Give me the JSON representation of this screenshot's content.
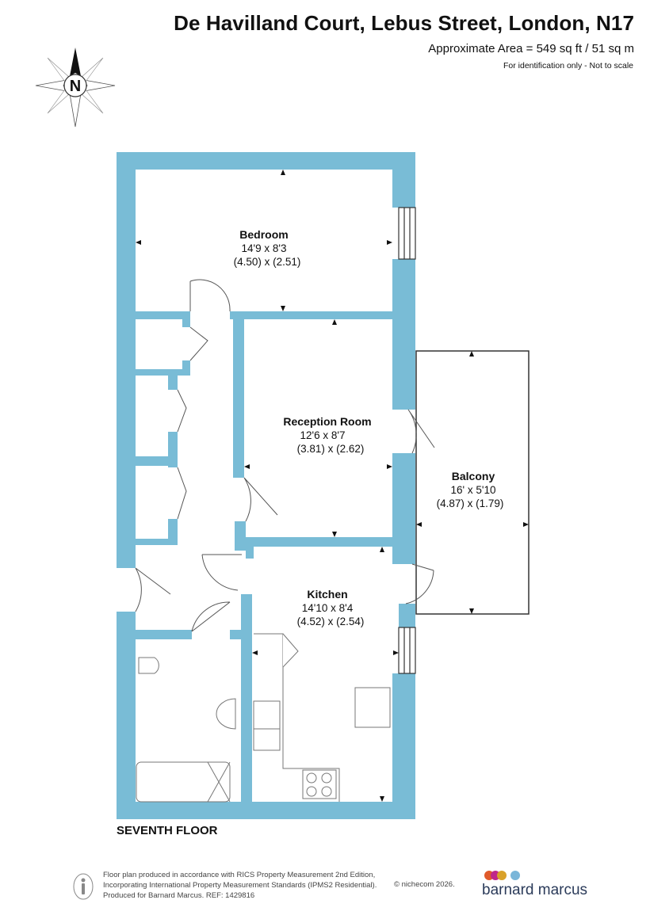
{
  "header": {
    "title": "De Havilland Court, Lebus Street, London, N17",
    "area": "Approximate Area = 549 sq ft / 51 sq m",
    "note": "For identification only - Not to scale"
  },
  "compass": {
    "label": "N"
  },
  "rooms": {
    "bedroom": {
      "name": "Bedroom",
      "dim_imperial": "14'9 x 8'3",
      "dim_metric": "(4.50) x (2.51)"
    },
    "reception": {
      "name": "Reception Room",
      "dim_imperial": "12'6 x 8'7",
      "dim_metric": "(3.81) x (2.62)"
    },
    "balcony": {
      "name": "Balcony",
      "dim_imperial": "16' x 5'10",
      "dim_metric": "(4.87) x (1.79)"
    },
    "kitchen": {
      "name": "Kitchen",
      "dim_imperial": "14'10 x 8'4",
      "dim_metric": "(4.52) x (2.54)"
    }
  },
  "floor_label": "SEVENTH FLOOR",
  "footer": {
    "line1": "Floor plan produced in accordance with RICS Property Measurement 2nd Edition,",
    "line2": "Incorporating International Property Measurement Standards (IPMS2 Residential).",
    "line3": "Produced for Barnard Marcus.   REF: 1429816",
    "copyright": "© nichecom 2026."
  },
  "brand": {
    "name": "barnard marcus",
    "dot_colors": [
      "#e05a2b",
      "#c0278a",
      "#d9a12a",
      "#7ab6d9"
    ]
  },
  "colors": {
    "wall": "#79bcd6",
    "line": "#333333"
  }
}
